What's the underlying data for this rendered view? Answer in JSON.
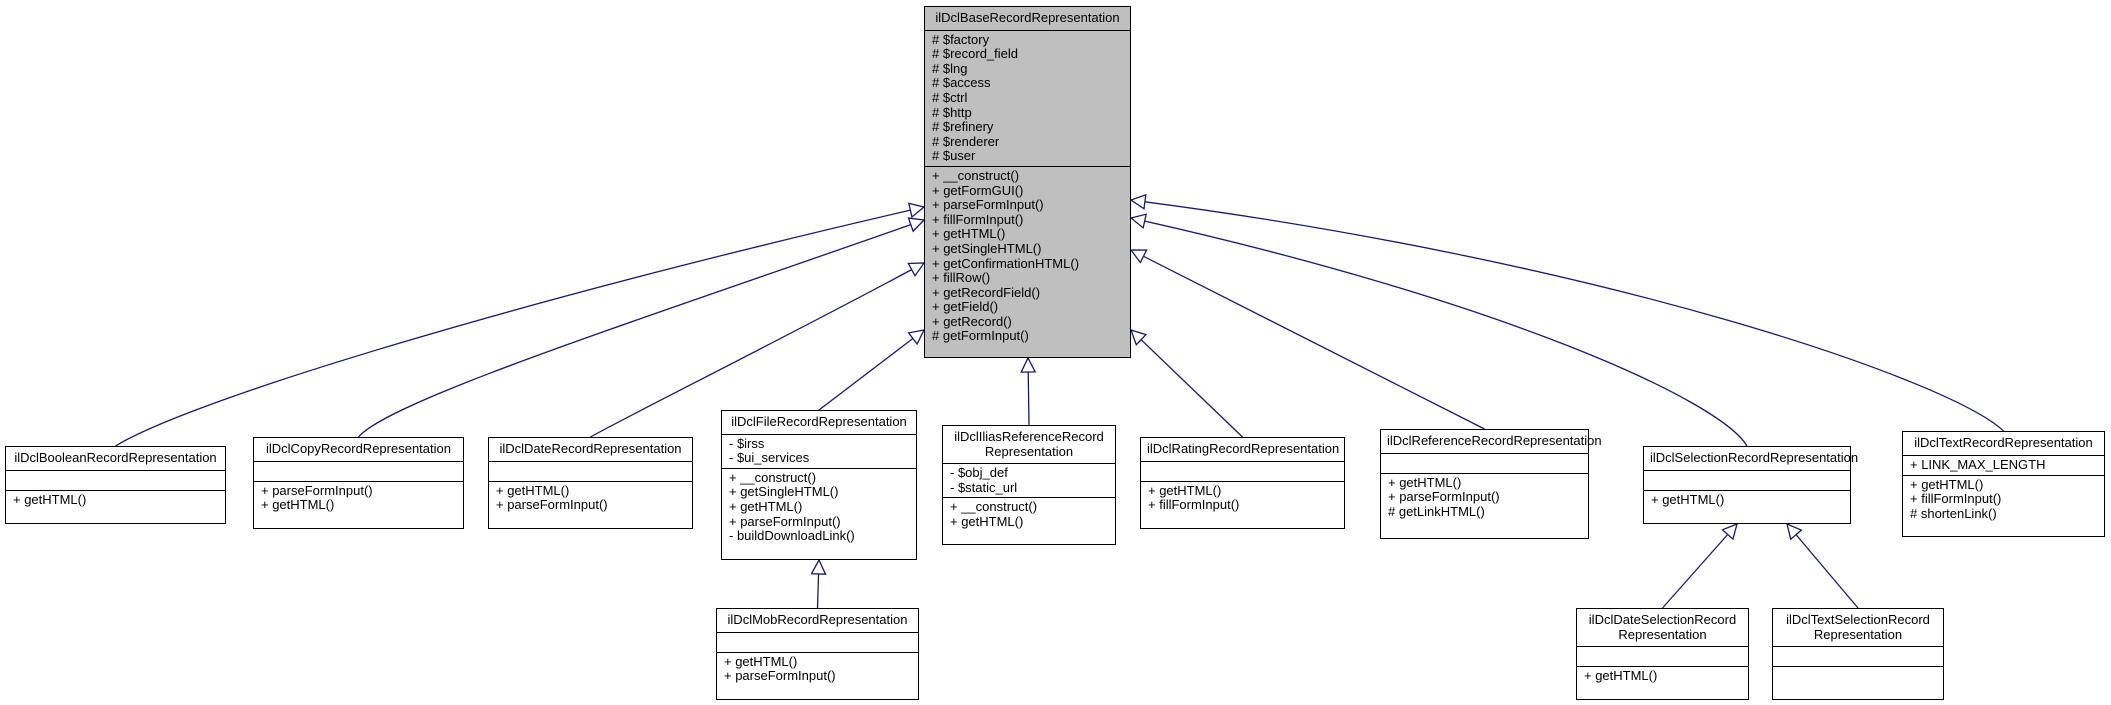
{
  "diagram": {
    "edge_color": "#191970",
    "classes": [
      {
        "id": "base",
        "title": "ilDclBaseRecordRepresentation",
        "attributes": [
          "# $factory",
          "# $record_field",
          "# $lng",
          "# $access",
          "# $ctrl",
          "# $http",
          "# $refinery",
          "# $renderer",
          "# $user"
        ],
        "methods": [
          "+ __construct()",
          "+ getFormGUI()",
          "+ parseFormInput()",
          "+ fillFormInput()",
          "+ getHTML()",
          "+ getSingleHTML()",
          "+ getConfirmationHTML()",
          "+ fillRow()",
          "+ getRecordField()",
          "+ getField()",
          "+ getRecord()",
          "# getFormInput()"
        ]
      },
      {
        "id": "boolean",
        "title": "ilDclBooleanRecordRepresentation",
        "attributes": [],
        "methods": [
          "+ getHTML()"
        ]
      },
      {
        "id": "copy",
        "title": "ilDclCopyRecordRepresentation",
        "attributes": [],
        "methods": [
          "+ parseFormInput()",
          "+ getHTML()"
        ]
      },
      {
        "id": "date",
        "title": "ilDclDateRecordRepresentation",
        "attributes": [],
        "methods": [
          "+ getHTML()",
          "+ parseFormInput()"
        ]
      },
      {
        "id": "file",
        "title": "ilDclFileRecordRepresentation",
        "attributes": [
          "- $irss",
          "- $ui_services"
        ],
        "methods": [
          "+ __construct()",
          "+ getSingleHTML()",
          "+ getHTML()",
          "+ parseFormInput()",
          "- buildDownloadLink()"
        ]
      },
      {
        "id": "ilias",
        "title": "ilDclIliasReferenceRecord\nRepresentation",
        "attributes": [
          "- $obj_def",
          "- $static_url"
        ],
        "methods": [
          "+ __construct()",
          "+ getHTML()"
        ]
      },
      {
        "id": "rating",
        "title": "ilDclRatingRecordRepresentation",
        "attributes": [],
        "methods": [
          "+ getHTML()",
          "+ fillFormInput()"
        ]
      },
      {
        "id": "reference",
        "title": "ilDclReferenceRecordRepresentation",
        "attributes": [],
        "methods": [
          "+ getHTML()",
          "+ parseFormInput()",
          "# getLinkHTML()"
        ]
      },
      {
        "id": "selection",
        "title": "ilDclSelectionRecordRepresentation",
        "attributes": [],
        "methods": [
          "+ getHTML()"
        ]
      },
      {
        "id": "text",
        "title": "ilDclTextRecordRepresentation",
        "attributes": [
          "+ LINK_MAX_LENGTH"
        ],
        "methods": [
          "+ getHTML()",
          "+ fillFormInput()",
          "# shortenLink()"
        ]
      },
      {
        "id": "mob",
        "title": "ilDclMobRecordRepresentation",
        "attributes": [],
        "methods": [
          "+ getHTML()",
          "+ parseFormInput()"
        ]
      },
      {
        "id": "dateselection",
        "title": "ilDclDateSelectionRecord\nRepresentation",
        "attributes": [],
        "methods": [
          "+ getHTML()"
        ]
      },
      {
        "id": "textselection",
        "title": "ilDclTextSelectionRecord\nRepresentation",
        "attributes": [],
        "methods": []
      }
    ],
    "inheritance": [
      {
        "child": "boolean",
        "parent": "base"
      },
      {
        "child": "copy",
        "parent": "base"
      },
      {
        "child": "date",
        "parent": "base"
      },
      {
        "child": "file",
        "parent": "base"
      },
      {
        "child": "ilias",
        "parent": "base"
      },
      {
        "child": "rating",
        "parent": "base"
      },
      {
        "child": "reference",
        "parent": "base"
      },
      {
        "child": "selection",
        "parent": "base"
      },
      {
        "child": "text",
        "parent": "base"
      },
      {
        "child": "mob",
        "parent": "file"
      },
      {
        "child": "dateselection",
        "parent": "selection"
      },
      {
        "child": "textselection",
        "parent": "selection"
      }
    ]
  }
}
